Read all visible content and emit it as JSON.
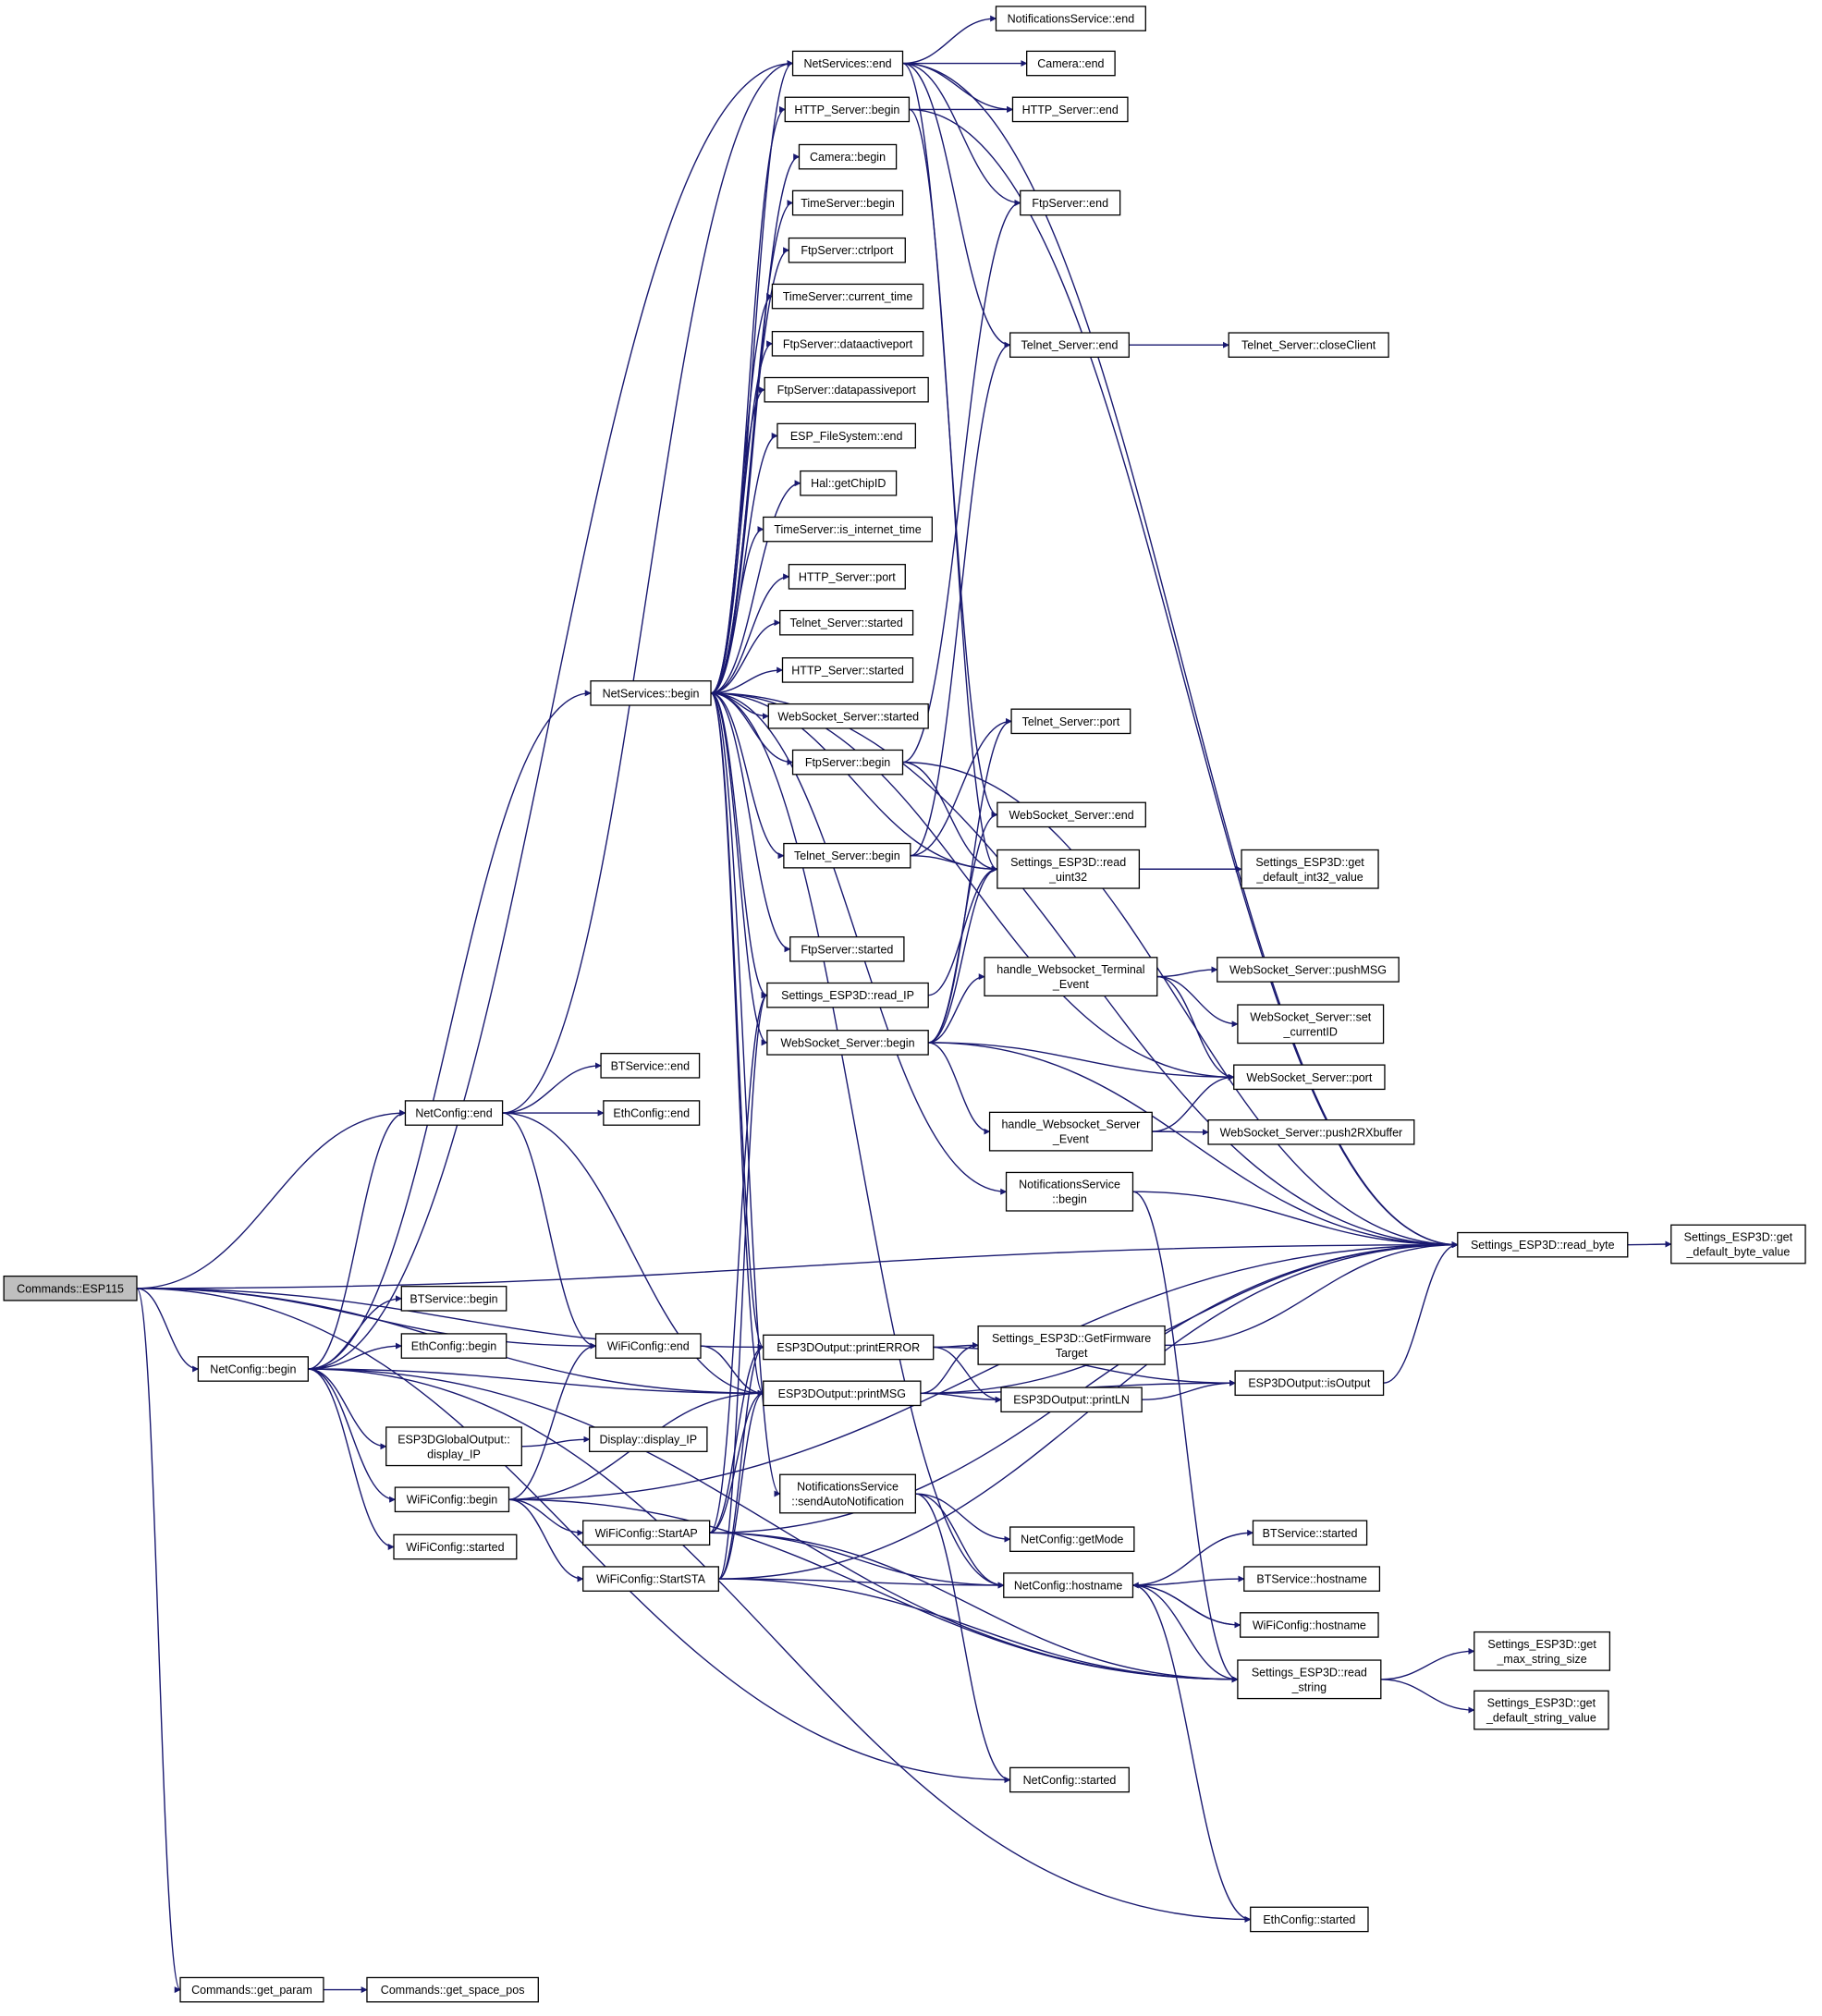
{
  "diagram": {
    "type": "call-graph",
    "edge_color": "#191970",
    "root_fill": "#bfbfbf",
    "nodes": [
      {
        "id": "esp115",
        "lines": [
          "Commands::ESP115"
        ],
        "root": true
      },
      {
        "id": "get_param",
        "lines": [
          "Commands::get_param"
        ]
      },
      {
        "id": "get_space_pos",
        "lines": [
          "Commands::get_space_pos"
        ]
      },
      {
        "id": "netconfig_begin",
        "lines": [
          "NetConfig::begin"
        ]
      },
      {
        "id": "netconfig_end",
        "lines": [
          "NetConfig::end"
        ]
      },
      {
        "id": "netservices_begin",
        "lines": [
          "NetServices::begin"
        ]
      },
      {
        "id": "netservices_end",
        "lines": [
          "NetServices::end"
        ]
      },
      {
        "id": "notif_end",
        "lines": [
          "NotificationsService::end"
        ]
      },
      {
        "id": "camera_end",
        "lines": [
          "Camera::end"
        ]
      },
      {
        "id": "http_begin",
        "lines": [
          "HTTP_Server::begin"
        ]
      },
      {
        "id": "http_end",
        "lines": [
          "HTTP_Server::end"
        ]
      },
      {
        "id": "camera_begin",
        "lines": [
          "Camera::begin"
        ]
      },
      {
        "id": "timeserver_begin",
        "lines": [
          "TimeServer::begin"
        ]
      },
      {
        "id": "ftp_end",
        "lines": [
          "FtpServer::end"
        ]
      },
      {
        "id": "ftp_ctrlport",
        "lines": [
          "FtpServer::ctrlport"
        ]
      },
      {
        "id": "timeserver_current_time",
        "lines": [
          "TimeServer::current_time"
        ]
      },
      {
        "id": "telnet_end",
        "lines": [
          "Telnet_Server::end"
        ]
      },
      {
        "id": "telnet_closeclient",
        "lines": [
          "Telnet_Server::closeClient"
        ]
      },
      {
        "id": "ftp_dataactiveport",
        "lines": [
          "FtpServer::dataactiveport"
        ]
      },
      {
        "id": "ftp_datapassiveport",
        "lines": [
          "FtpServer::datapassiveport"
        ]
      },
      {
        "id": "fs_end",
        "lines": [
          "ESP_FileSystem::end"
        ]
      },
      {
        "id": "hal_getchipid",
        "lines": [
          "Hal::getChipID"
        ]
      },
      {
        "id": "timeserver_is_internet_time",
        "lines": [
          "TimeServer::is_internet_time"
        ]
      },
      {
        "id": "http_port",
        "lines": [
          "HTTP_Server::port"
        ]
      },
      {
        "id": "telnet_started",
        "lines": [
          "Telnet_Server::started"
        ]
      },
      {
        "id": "http_started",
        "lines": [
          "HTTP_Server::started"
        ]
      },
      {
        "id": "ws_started",
        "lines": [
          "WebSocket_Server::started"
        ]
      },
      {
        "id": "telnet_port",
        "lines": [
          "Telnet_Server::port"
        ]
      },
      {
        "id": "ftp_begin",
        "lines": [
          "FtpServer::begin"
        ]
      },
      {
        "id": "ws_end",
        "lines": [
          "WebSocket_Server::end"
        ]
      },
      {
        "id": "telnet_begin",
        "lines": [
          "Telnet_Server::begin"
        ]
      },
      {
        "id": "read_uint32",
        "lines": [
          "Settings_ESP3D::read",
          "_uint32"
        ]
      },
      {
        "id": "get_default_int32",
        "lines": [
          "Settings_ESP3D::get",
          "_default_int32_value"
        ]
      },
      {
        "id": "ftp_started",
        "lines": [
          "FtpServer::started"
        ]
      },
      {
        "id": "read_ip",
        "lines": [
          "Settings_ESP3D::read_IP"
        ]
      },
      {
        "id": "hws_terminal_event",
        "lines": [
          "handle_Websocket_Terminal",
          "_Event"
        ]
      },
      {
        "id": "ws_pushmsg",
        "lines": [
          "WebSocket_Server::pushMSG"
        ]
      },
      {
        "id": "ws_begin",
        "lines": [
          "WebSocket_Server::begin"
        ]
      },
      {
        "id": "ws_set_currentid",
        "lines": [
          "WebSocket_Server::set",
          "_currentID"
        ]
      },
      {
        "id": "btservice_end",
        "lines": [
          "BTService::end"
        ]
      },
      {
        "id": "ws_port",
        "lines": [
          "WebSocket_Server::port"
        ]
      },
      {
        "id": "ethconfig_end",
        "lines": [
          "EthConfig::end"
        ]
      },
      {
        "id": "hws_server_event",
        "lines": [
          "handle_Websocket_Server",
          "_Event"
        ]
      },
      {
        "id": "ws_push2rxbuffer",
        "lines": [
          "WebSocket_Server::push2RXbuffer"
        ]
      },
      {
        "id": "notif_begin",
        "lines": [
          "NotificationsService",
          "::begin"
        ]
      },
      {
        "id": "read_byte",
        "lines": [
          "Settings_ESP3D::read_byte"
        ]
      },
      {
        "id": "get_default_byte",
        "lines": [
          "Settings_ESP3D::get",
          "_default_byte_value"
        ]
      },
      {
        "id": "btservice_begin",
        "lines": [
          "BTService::begin"
        ]
      },
      {
        "id": "wificonfig_end",
        "lines": [
          "WiFiConfig::end"
        ]
      },
      {
        "id": "printerror",
        "lines": [
          "ESP3DOutput::printERROR"
        ]
      },
      {
        "id": "getfirmwaretarget",
        "lines": [
          "Settings_ESP3D::GetFirmware",
          "Target"
        ]
      },
      {
        "id": "ethconfig_begin",
        "lines": [
          "EthConfig::begin"
        ]
      },
      {
        "id": "printmsg",
        "lines": [
          "ESP3DOutput::printMSG"
        ]
      },
      {
        "id": "println",
        "lines": [
          "ESP3DOutput::printLN"
        ]
      },
      {
        "id": "isoutput",
        "lines": [
          "ESP3DOutput::isOutput"
        ]
      },
      {
        "id": "display_ip_global",
        "lines": [
          "ESP3DGlobalOutput::",
          "display_IP"
        ]
      },
      {
        "id": "display_ip",
        "lines": [
          "Display::display_IP"
        ]
      },
      {
        "id": "notif_sendauto",
        "lines": [
          "NotificationsService",
          "::sendAutoNotification"
        ]
      },
      {
        "id": "wificonfig_begin",
        "lines": [
          "WiFiConfig::begin"
        ]
      },
      {
        "id": "wificonfig_startap",
        "lines": [
          "WiFiConfig::StartAP"
        ]
      },
      {
        "id": "netconfig_getmode",
        "lines": [
          "NetConfig::getMode"
        ]
      },
      {
        "id": "btservice_started",
        "lines": [
          "BTService::started"
        ]
      },
      {
        "id": "wificonfig_started",
        "lines": [
          "WiFiConfig::started"
        ]
      },
      {
        "id": "wificonfig_startsta",
        "lines": [
          "WiFiConfig::StartSTA"
        ]
      },
      {
        "id": "netconfig_hostname",
        "lines": [
          "NetConfig::hostname"
        ]
      },
      {
        "id": "btservice_hostname",
        "lines": [
          "BTService::hostname"
        ]
      },
      {
        "id": "wificonfig_hostname",
        "lines": [
          "WiFiConfig::hostname"
        ]
      },
      {
        "id": "get_max_string_size",
        "lines": [
          "Settings_ESP3D::get",
          "_max_string_size"
        ]
      },
      {
        "id": "read_string",
        "lines": [
          "Settings_ESP3D::read",
          "_string"
        ]
      },
      {
        "id": "get_default_string",
        "lines": [
          "Settings_ESP3D::get",
          "_default_string_value"
        ]
      },
      {
        "id": "netconfig_started",
        "lines": [
          "NetConfig::started"
        ]
      },
      {
        "id": "ethconfig_started",
        "lines": [
          "EthConfig::started"
        ]
      }
    ]
  }
}
